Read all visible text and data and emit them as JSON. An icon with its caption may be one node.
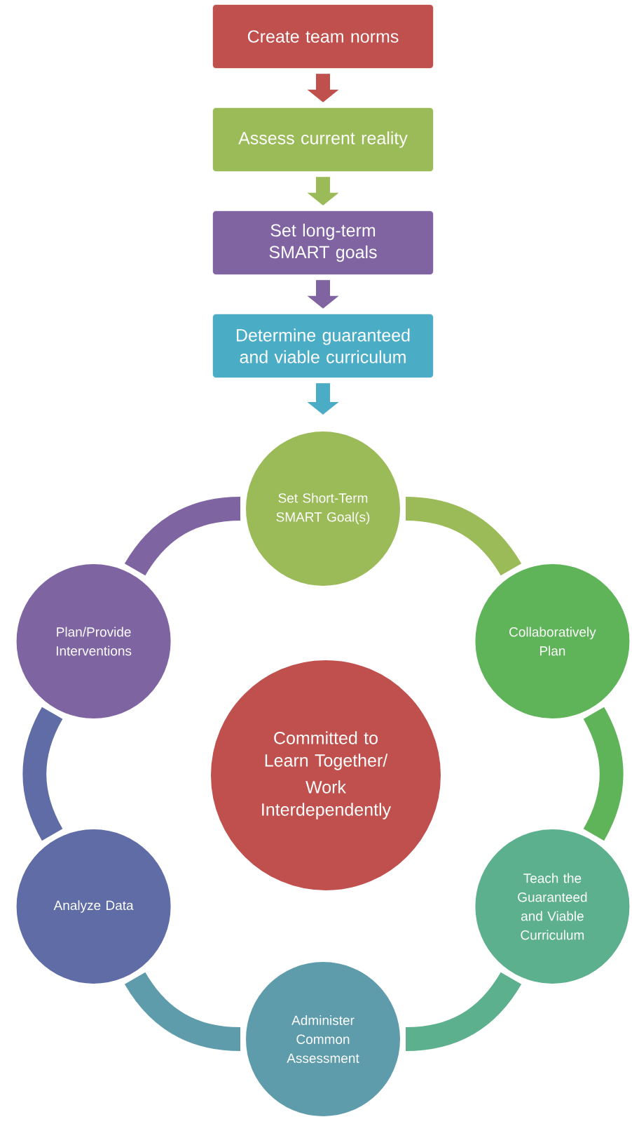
{
  "diagram": {
    "nodes": [
      {
        "text": [
          "Create team norms"
        ]
      },
      {
        "text": [
          "Assess current reality"
        ]
      },
      {
        "text": [
          "Set long-term SMART goals"
        ]
      },
      {
        "text": [
          "Determine guaranteed and viable curriculum"
        ]
      },
      {
        "text": [
          "Committed to Learn Together/",
          "Work Interdependently"
        ]
      },
      {
        "text": [
          "Set Short-Term SMART Goal(s)"
        ]
      },
      {
        "text": [
          "Collaboratively Plan"
        ]
      },
      {
        "text": [
          "Teach the Guaranteed and Viable Curriculum"
        ]
      },
      {
        "text": [
          "Administer Common Assessment"
        ]
      },
      {
        "text": [
          "Analyze Data"
        ]
      },
      {
        "text": [
          "Plan/Provide Interventions"
        ]
      }
    ],
    "edges": [
      {
        "from": 0,
        "to": 1,
        "arrow": "to",
        "color": "#c0504d"
      },
      {
        "from": 1,
        "to": 2,
        "arrow": "to",
        "color": "#9bbb59"
      },
      {
        "from": 2,
        "to": 3,
        "arrow": "to",
        "color": "#8064a2"
      },
      {
        "from": 3,
        "to": 5,
        "arrow": "to",
        "color": "#4bacc6"
      },
      {
        "from": 5,
        "to": 6,
        "arrow": "none",
        "color": "#9bbb59"
      },
      {
        "from": 6,
        "to": 7,
        "arrow": "none",
        "color": "#5fb45a"
      },
      {
        "from": 7,
        "to": 8,
        "arrow": "none",
        "color": "#5db08d"
      },
      {
        "from": 8,
        "to": 9,
        "arrow": "none",
        "color": "#5e9cab"
      },
      {
        "from": 9,
        "to": 10,
        "arrow": "none",
        "color": "#5f6ca6"
      },
      {
        "from": 10,
        "to": 5,
        "arrow": "none",
        "color": "#7f64a2"
      }
    ]
  }
}
